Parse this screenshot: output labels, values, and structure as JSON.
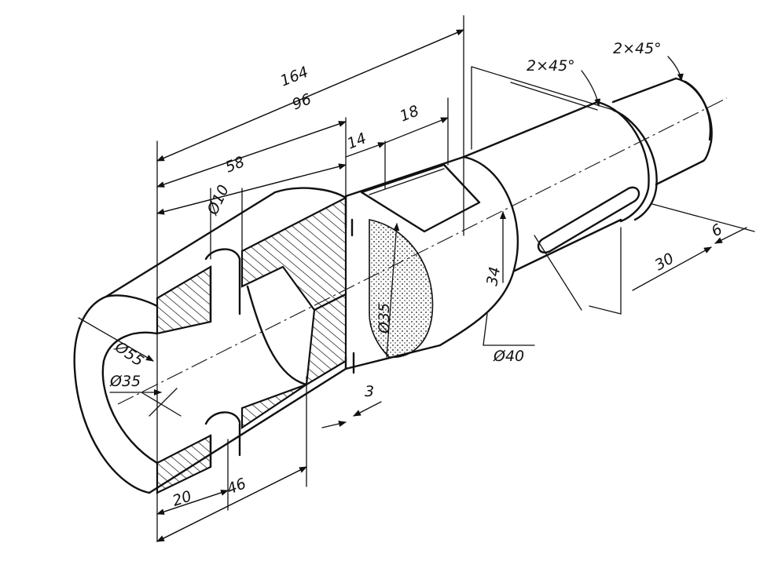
{
  "dimensions": {
    "overall_length": "164",
    "length_96": "96",
    "length_58": "58",
    "slot_offset": "14",
    "slot_length": "18",
    "hole_dia": "Ø10",
    "outer_dia": "Ø55",
    "bore_dia": "Ø35",
    "inner_dia_section": "Ø35",
    "body_dia": "Ø40",
    "flat_depth": "34",
    "groove": "3",
    "hole_pos": "20",
    "length_46": "46",
    "keyway_length": "30",
    "keyway_width": "6",
    "chamfer_1": "2×45°",
    "chamfer_2": "2×45°"
  }
}
